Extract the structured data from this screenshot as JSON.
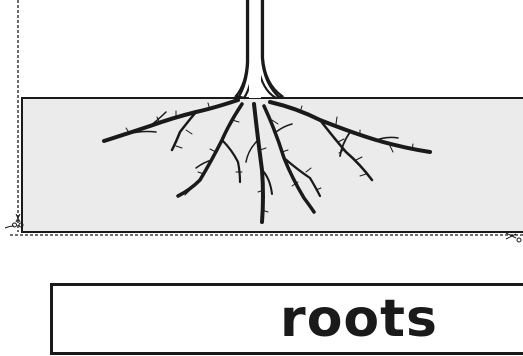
{
  "worksheet": {
    "label": "roots",
    "colors": {
      "ink": "#1a1a1a",
      "soil_fill": "#ebebec",
      "background": "#ffffff"
    },
    "icons": [
      "tree-trunk-illustration",
      "roots-illustration",
      "scissors-icon"
    ]
  }
}
